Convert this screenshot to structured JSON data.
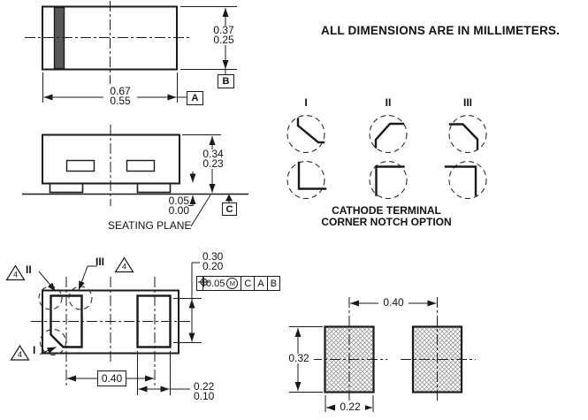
{
  "note": "ALL DIMENSIONS ARE IN MILLIMETERS.",
  "colors": {
    "line": "#1a1a1a",
    "cathode_band": "#58585a",
    "hatch": "#8a8a8a",
    "background": "#ffffff"
  },
  "top_view": {
    "height_max": "0.37",
    "height_min": "0.25",
    "width_max": "0.67",
    "width_min": "0.55",
    "datum_a": "A",
    "datum_b": "B"
  },
  "front_view": {
    "height_max": "0.34",
    "height_min": "0.23",
    "standoff_max": "0.05",
    "standoff_min": "0.00",
    "seating_plane_label": "SEATING PLANE",
    "datum_c": "C"
  },
  "bottom_view": {
    "flag_note": "4",
    "corner_ii": "II",
    "corner_iii": "III",
    "corner_i": "I",
    "pitch": "0.40",
    "pad_width_max": "0.22",
    "pad_width_min": "0.10",
    "pad_length_max": "0.30",
    "pad_length_min": "0.20",
    "fcf_tolerance": "0.05",
    "fcf_modifier": "M",
    "fcf_datum_1": "C",
    "fcf_datum_2": "A",
    "fcf_datum_3": "B"
  },
  "notch_options": {
    "option_1": "I",
    "option_2": "II",
    "option_3": "III",
    "caption_line1": "CATHODE TERMINAL",
    "caption_line2": "CORNER NOTCH OPTION"
  },
  "land_pattern": {
    "pitch": "0.40",
    "pad_height": "0.32",
    "pad_width": "0.22"
  }
}
